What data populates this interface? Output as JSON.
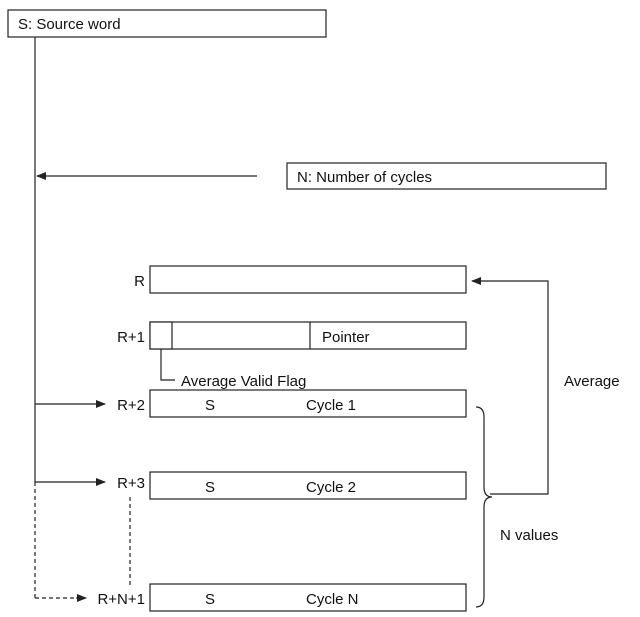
{
  "source": {
    "label": "S: Source word"
  },
  "cycles": {
    "label": "N: Number of cycles"
  },
  "registers": {
    "r": "R",
    "r1": "R+1",
    "r2": "R+2",
    "r3": "R+3",
    "rn1": "R+N+1"
  },
  "r1_box": {
    "pointer": "Pointer",
    "flag_label": "Average Valid Flag"
  },
  "rows": [
    {
      "s": "S",
      "cycle": "Cycle 1"
    },
    {
      "s": "S",
      "cycle": "Cycle 2"
    },
    {
      "s": "S",
      "cycle": "Cycle N"
    }
  ],
  "labels": {
    "average": "Average",
    "n_values": "N values"
  },
  "colors": {
    "line": "#222222",
    "background": "#ffffff"
  }
}
